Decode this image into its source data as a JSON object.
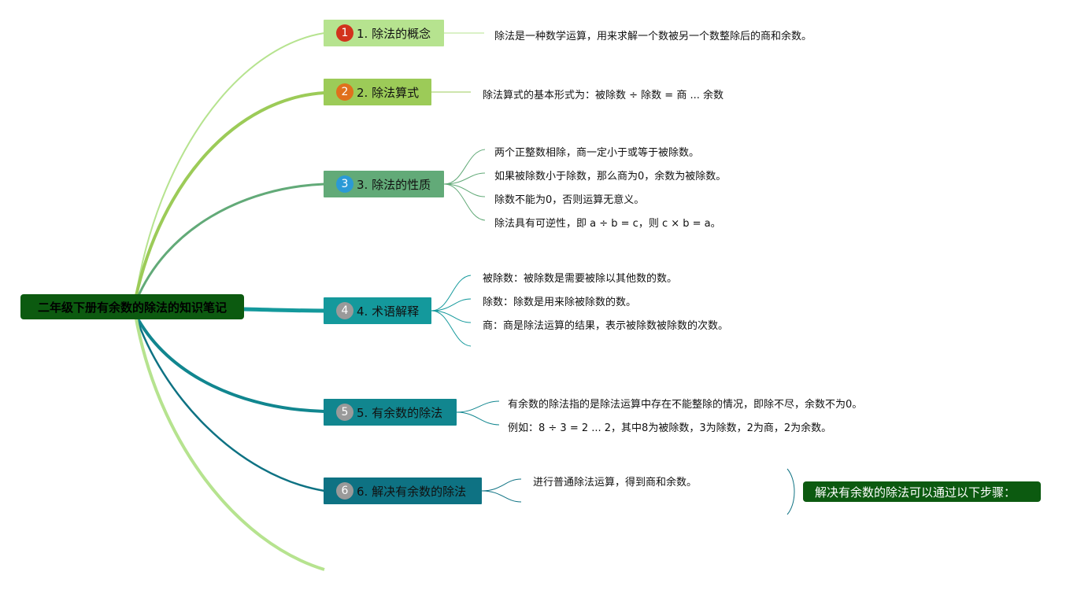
{
  "root": {
    "title": "二年级下册有余数的除法的知识笔记"
  },
  "topics": [
    {
      "number": "1",
      "label": "1. 除法的概念",
      "color": "#b6e38f",
      "badge": "#d2321c",
      "badge_text": "#ffffff"
    },
    {
      "number": "2",
      "label": "2. 除法算式",
      "color": "#9ccb58",
      "badge": "#e0701c",
      "badge_text": "#ffffff"
    },
    {
      "number": "3",
      "label": "3. 除法的性质",
      "color": "#62aa78",
      "badge": "#2b9ad6",
      "badge_text": "#ffffff"
    },
    {
      "number": "4",
      "label": "4. 术语解释",
      "color": "#14999c",
      "badge": "#9a9a9a",
      "badge_text": "#ffffff"
    },
    {
      "number": "5",
      "label": "5. 有余数的除法",
      "color": "#11868f",
      "badge": "#9a9a9a",
      "badge_text": "#ffffff"
    },
    {
      "number": "6",
      "label": "6. 解决有余数的除法",
      "color": "#0e7283",
      "badge": "#9a9a9a",
      "badge_text": "#ffffff"
    }
  ],
  "details": {
    "concept": "除法是一种数学运算，用来求解一个数被另一个数整除后的商和余数。",
    "formula": "除法算式的基本形式为：被除数 ÷ 除数 = 商 ... 余数",
    "properties": [
      "两个正整数相除，商一定小于或等于被除数。",
      "如果被除数小于除数，那么商为0，余数为被除数。",
      "除数不能为0，否则运算无意义。",
      "除法具有可逆性，即 a ÷ b = c，则 c × b = a。"
    ],
    "terms": [
      "被除数：被除数是需要被除以其他数的数。",
      "除数：除数是用来除被除数的数。",
      "商：商是除法运算的结果，表示被除数被除数的次数。"
    ],
    "remainder_division": [
      "有余数的除法指的是除法运算中存在不能整除的情况，即除不尽，余数不为0。",
      "例如：8 ÷ 3 = 2 ... 2，其中8为被除数，3为除数，2为商，2为余数。"
    ],
    "solving": "进行普通除法运算，得到商和余数。",
    "solving_callout": "解决有余数的除法可以通过以下步骤："
  }
}
